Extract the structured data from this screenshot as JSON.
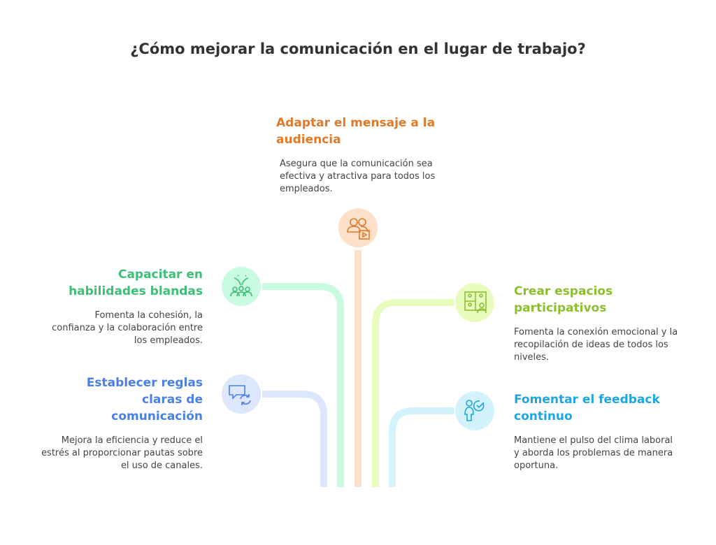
{
  "title": "¿Cómo mejorar la comunicación en el lugar de trabajo?",
  "items": [
    {
      "heading": "Adaptar el mensaje a la audiencia",
      "description": "Asegura que la comunicación sea efectiva y atractiva para todos los empleados.",
      "color": "#e07a2a",
      "icon": "audience-video-icon"
    },
    {
      "heading": "Capacitar en habilidades blandas",
      "description": "Fomenta la cohesión, la confianza y la colaboración entre los empleados.",
      "color": "#3dbf75",
      "icon": "team-celebration-icon"
    },
    {
      "heading": "Crear espacios participativos",
      "description": "Fomenta la conexión emocional y la recopilación de ideas de todos los niveles.",
      "color": "#8cbf2e",
      "icon": "video-conference-icon"
    },
    {
      "heading": "Establecer reglas claras de comunicación",
      "description": "Mejora la eficiencia y reduce el estrés al proporcionar pautas sobre el uso de canales.",
      "color": "#4a7fe6",
      "icon": "chat-refresh-icon"
    },
    {
      "heading": "Fomentar el feedback continuo",
      "description": "Mantiene el pulso del clima laboral y aborda los problemas de manera oportuna.",
      "color": "#1ea6dd",
      "icon": "person-check-icon"
    }
  ]
}
